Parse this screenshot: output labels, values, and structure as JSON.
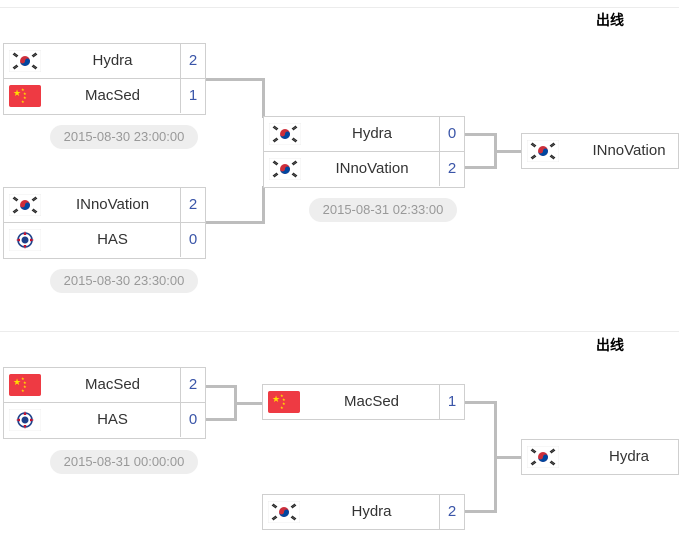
{
  "sections": [
    {
      "label": "出线"
    },
    {
      "label": "出线"
    }
  ],
  "colors": {
    "score": "#3a55a8",
    "border": "#cfcfcf",
    "connector": "#bdbdbd",
    "time_bg": "#eeeeee"
  },
  "top": {
    "m1": {
      "p1": {
        "name": "Hydra",
        "score": "2",
        "flag": "kr-flag-icon"
      },
      "p2": {
        "name": "MacSed",
        "score": "1",
        "flag": "cn-flag-icon"
      },
      "time": "2015-08-30 23:00:00"
    },
    "m2": {
      "p1": {
        "name": "INnoVation",
        "score": "2",
        "flag": "kr-flag-icon"
      },
      "p2": {
        "name": "HAS",
        "score": "0",
        "flag": "tw-flag-icon"
      },
      "time": "2015-08-30 23:30:00"
    },
    "m3": {
      "p1": {
        "name": "Hydra",
        "score": "0",
        "flag": "kr-flag-icon"
      },
      "p2": {
        "name": "INnoVation",
        "score": "2",
        "flag": "kr-flag-icon"
      },
      "time": "2015-08-31 02:33:00"
    },
    "winner": {
      "name": "INnoVation",
      "flag": "kr-flag-icon"
    }
  },
  "bottom": {
    "m1": {
      "p1": {
        "name": "MacSed",
        "score": "2",
        "flag": "cn-flag-icon"
      },
      "p2": {
        "name": "HAS",
        "score": "0",
        "flag": "tw-flag-icon"
      },
      "time": "2015-08-31 00:00:00"
    },
    "r2a": {
      "name": "MacSed",
      "score": "1",
      "flag": "cn-flag-icon"
    },
    "r2b": {
      "name": "Hydra",
      "score": "2",
      "flag": "kr-flag-icon"
    },
    "winner": {
      "name": "Hydra",
      "flag": "kr-flag-icon"
    }
  }
}
